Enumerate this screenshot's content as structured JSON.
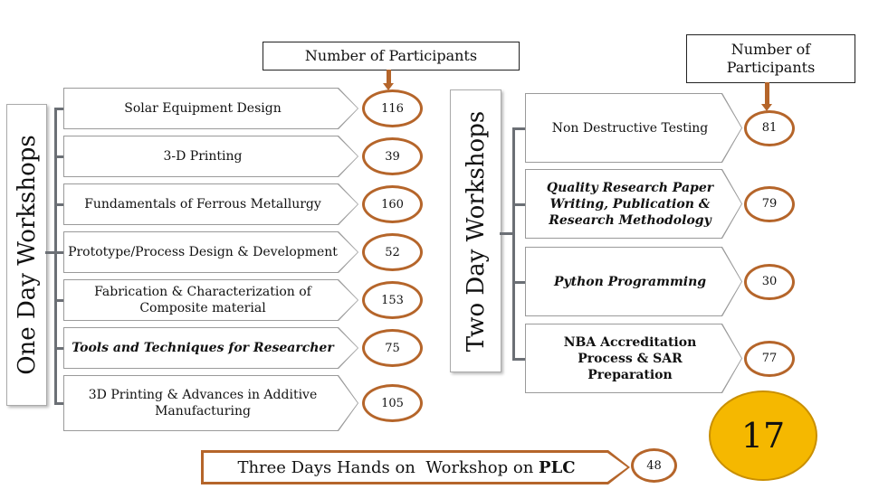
{
  "one_day": {
    "title": "One Day Workshops",
    "header": "Number of Participants",
    "items": [
      {
        "label": "Solar Equipment Design",
        "count": "116"
      },
      {
        "label": "3-D Printing",
        "count": "39"
      },
      {
        "label": "Fundamentals of Ferrous Metallurgy",
        "count": "160"
      },
      {
        "label": "Prototype/Process Design & Development",
        "count": "52"
      },
      {
        "label": "Fabrication & Characterization of Composite material",
        "count": "153"
      },
      {
        "label": "Tools and Techniques for Researcher",
        "count": "75"
      },
      {
        "label": "3D Printing  & Advances in Additive Manufacturing",
        "count": "105"
      }
    ]
  },
  "two_day": {
    "title": "Two Day Workshops",
    "header": "Number of Participants",
    "items": [
      {
        "label": "Non Destructive Testing",
        "count": "81"
      },
      {
        "label": "Quality Research Paper Writing, Publication & Research Methodology",
        "count": "79"
      },
      {
        "label": "Python Programming",
        "count": "30"
      },
      {
        "label": "NBA Accreditation Process & SAR Preparation",
        "count": "77"
      }
    ]
  },
  "three_day": {
    "label_prefix": "Three Days Hands on  Workshop on ",
    "label_bold": "PLC",
    "count": "48"
  },
  "total": "17",
  "colors": {
    "accent": "#b5652a",
    "total_fill": "#f5b800"
  }
}
